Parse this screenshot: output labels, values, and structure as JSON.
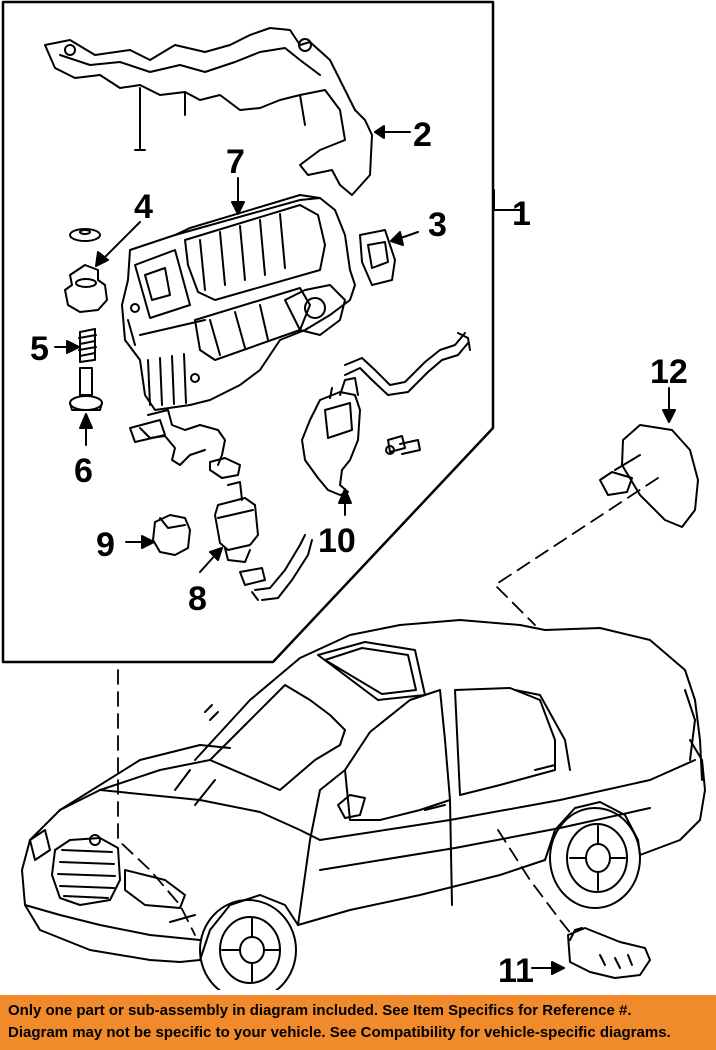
{
  "callouts": {
    "c1": "1",
    "c2": "2",
    "c3": "3",
    "c4": "4",
    "c5": "5",
    "c6": "6",
    "c7": "7",
    "c8": "8",
    "c9": "9",
    "c10": "10",
    "c11": "11",
    "c12": "12"
  },
  "footer": {
    "line1": "Only one part or sub-assembly in diagram included. See Item Specifics for Reference #.",
    "line2": "Diagram may not be specific to your vehicle. See Compatibility for vehicle-specific diagrams."
  },
  "colors": {
    "footer_background": "#f08a2b",
    "line_art": "#000000"
  }
}
